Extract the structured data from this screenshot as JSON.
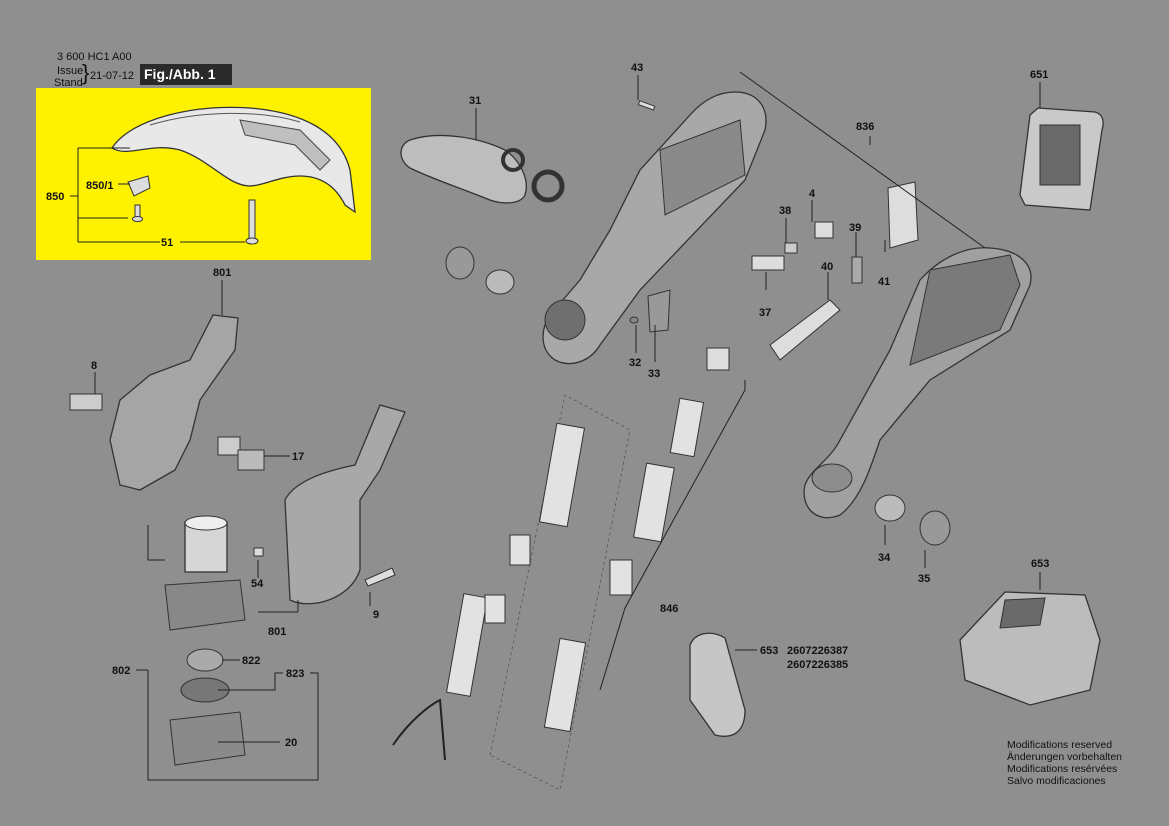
{
  "header": {
    "doc_number": "3 600 HC1 A00",
    "issue_label": "Issue",
    "stand_label": "Stand",
    "date": "21-07-12",
    "fig_label": "Fig./Abb. 1"
  },
  "highlight_color": "#fff200",
  "part_labels": {
    "p850": "850",
    "p850_1": "850/1",
    "p51": "51",
    "p31": "31",
    "p43": "43",
    "p836": "836",
    "p651": "651",
    "p4": "4",
    "p38": "38",
    "p39": "39",
    "p41": "41",
    "p40": "40",
    "p37": "37",
    "p32": "32",
    "p33": "33",
    "p801_top": "801",
    "p8": "8",
    "p17": "17",
    "p54": "54",
    "p9": "9",
    "p801_bot": "801",
    "p846": "846",
    "p802": "802",
    "p822": "822",
    "p823": "823",
    "p20": "20",
    "p34": "34",
    "p35": "35",
    "p653": "653",
    "p653b": "653",
    "p653_code1": "2607226387",
    "p653_code2": "2607226385"
  },
  "notes": [
    "Modifications reserved",
    "Änderungen vorbehalten",
    "Modifications resérvées",
    "Salvo modificaciones"
  ]
}
